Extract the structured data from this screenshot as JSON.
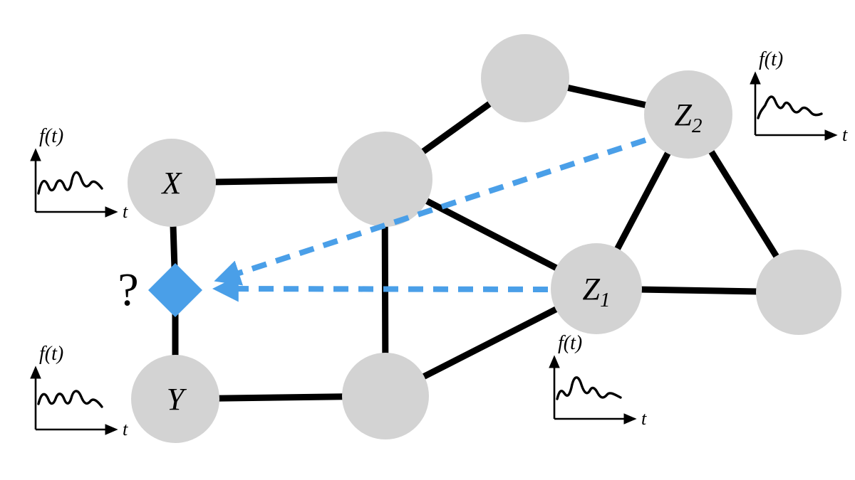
{
  "figure": {
    "background": "#ffffff",
    "node_fill": "#d3d3d3",
    "edge_color": "#000000",
    "accent_blue": "#4a9fe8"
  },
  "nodes": {
    "x": {
      "label": "X"
    },
    "y": {
      "label": "Y"
    },
    "z1": {
      "base": "Z",
      "sub": "1"
    },
    "z2": {
      "base": "Z",
      "sub": "2"
    }
  },
  "query": {
    "label": "?"
  },
  "plot": {
    "ylabel": "f(t)",
    "xlabel": "t"
  },
  "graph": {
    "unlabeled_nodes": [
      "top",
      "hub",
      "bottom",
      "right"
    ],
    "edges": [
      [
        "X",
        "hub"
      ],
      [
        "X",
        "query"
      ],
      [
        "query",
        "Y"
      ],
      [
        "Y",
        "bottom"
      ],
      [
        "hub",
        "bottom"
      ],
      [
        "hub",
        "top"
      ],
      [
        "hub",
        "Z1"
      ],
      [
        "top",
        "Z2"
      ],
      [
        "Z2",
        "Z1"
      ],
      [
        "Z2",
        "right"
      ],
      [
        "Z1",
        "right"
      ],
      [
        "bottom",
        "Z1"
      ]
    ],
    "dashed_arrows": [
      {
        "from": "Z2",
        "to": "query"
      },
      {
        "from": "Z1",
        "to": "query"
      }
    ]
  }
}
